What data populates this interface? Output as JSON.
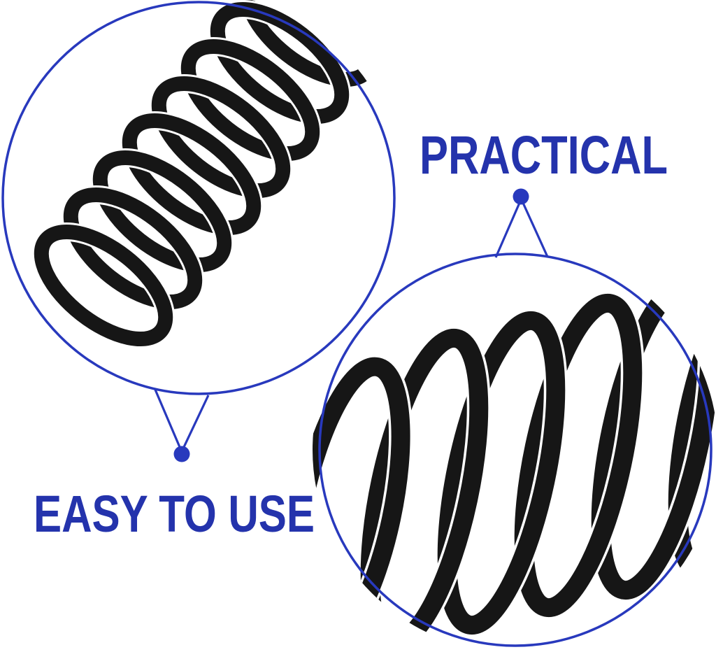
{
  "graphic": {
    "type": "product-feature-collage",
    "background": "#ffffff"
  },
  "labels": {
    "practical": "PRACTICAL",
    "easy_to_use": "EASY TO USE"
  },
  "colors": {
    "label_text": "#2433ac",
    "callout": "#2839bd",
    "inset_border": "#2839bd",
    "spring": "#161616",
    "spring_gap": "#ffffff",
    "background": "#ffffff"
  },
  "images": [
    {
      "name": "spring-closeup-upper-left",
      "subject": "black coil compression spring, angled close-up"
    },
    {
      "name": "spring-closeup-lower-right",
      "subject": "black coil compression spring, macro close-up"
    }
  ]
}
